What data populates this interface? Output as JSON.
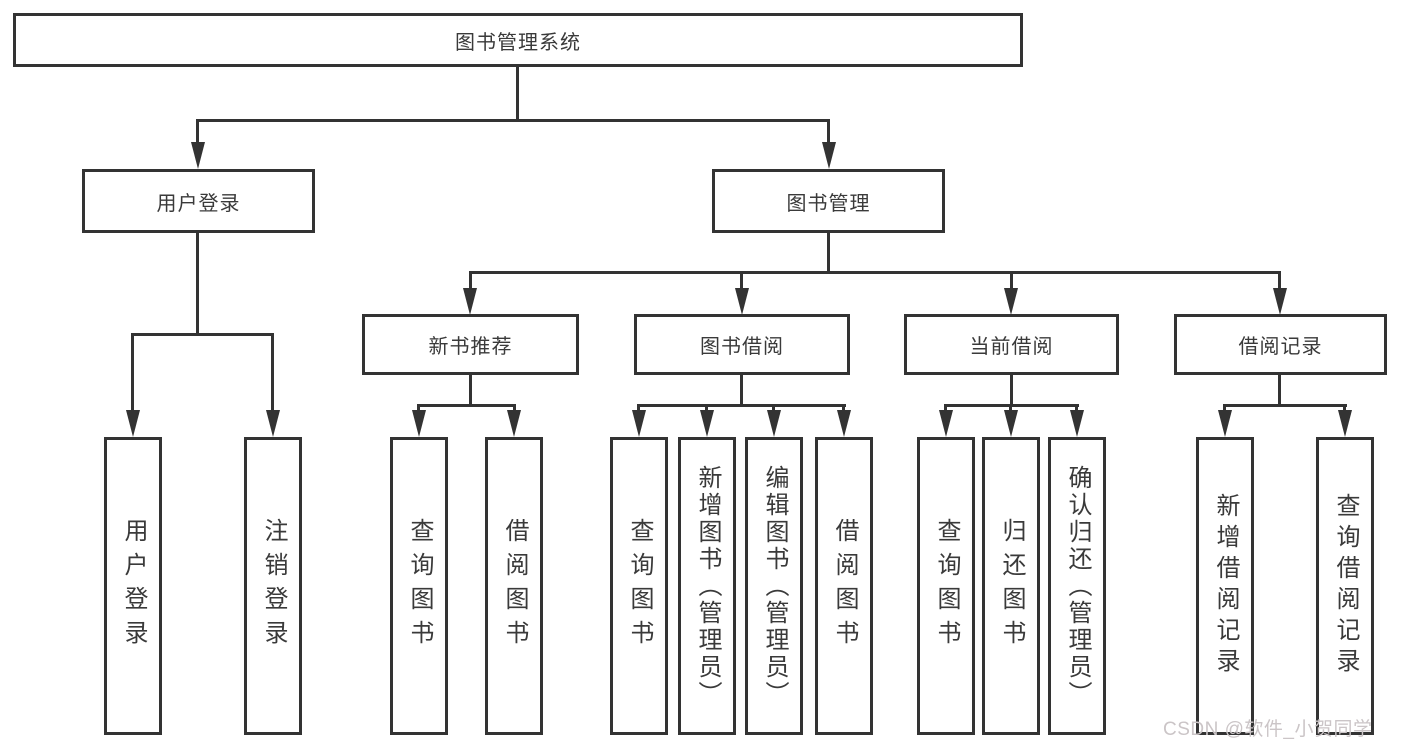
{
  "diagram": {
    "root": {
      "label": "图书管理系统"
    },
    "level2": [
      {
        "label": "用户登录"
      },
      {
        "label": "图书管理"
      }
    ],
    "level3": [
      {
        "label": "新书推荐"
      },
      {
        "label": "图书借阅"
      },
      {
        "label": "当前借阅"
      },
      {
        "label": "借阅记录"
      }
    ],
    "leaves": {
      "user_login": [
        {
          "label": "用户登录"
        },
        {
          "label": "注销登录"
        }
      ],
      "new_book": [
        {
          "label": "查询图书"
        },
        {
          "label": "借阅图书"
        }
      ],
      "borrow": [
        {
          "label": "查询图书"
        },
        {
          "label": "新增图书（管理员）"
        },
        {
          "label": "编辑图书（管理员）"
        },
        {
          "label": "借阅图书"
        }
      ],
      "current": [
        {
          "label": "查询图书"
        },
        {
          "label": "归还图书"
        },
        {
          "label": "确认归还（管理员）"
        }
      ],
      "records": [
        {
          "label": "新增借阅记录"
        },
        {
          "label": "查询借阅记录"
        }
      ]
    },
    "watermark": "CSDN @软件_小贺同学",
    "colors": {
      "line": "#333333",
      "text": "#3a3a3a",
      "watermark": "#cbc5c7",
      "background": "#ffffff"
    }
  }
}
